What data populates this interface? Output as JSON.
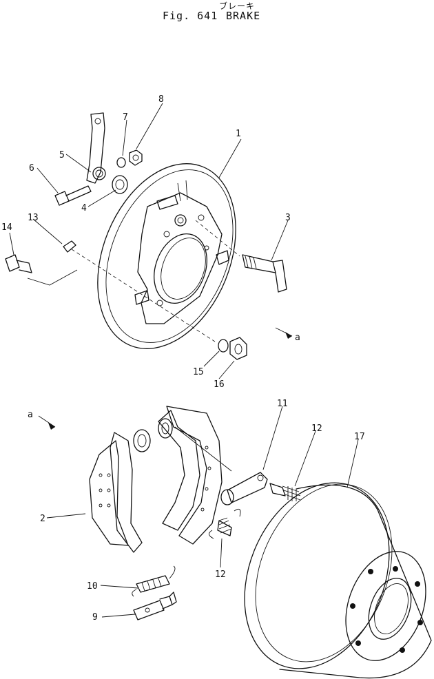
{
  "header": {
    "japanese_title": "ブレーキ",
    "figure_label": "Fig. 641",
    "part_name": "BRAKE"
  },
  "callouts": {
    "p1": "1",
    "p2": "2",
    "p3": "3",
    "p4": "4",
    "p5": "5",
    "p6": "6",
    "p7": "7",
    "p8": "8",
    "p9": "9",
    "p10": "10",
    "p11": "11",
    "p12a": "12",
    "p12b": "12",
    "p13": "13",
    "p14": "14",
    "p15": "15",
    "p16": "16",
    "p17": "17",
    "a_top": "a",
    "a_bottom": "a"
  }
}
